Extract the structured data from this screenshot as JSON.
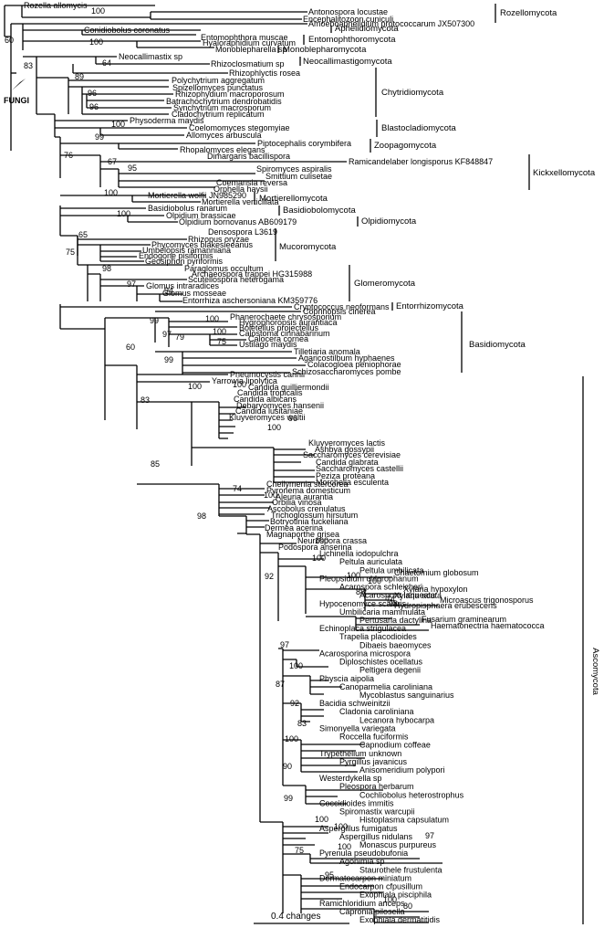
{
  "figure": {
    "fungi_label": "FUNGI",
    "scale_label": "0.4 changes"
  },
  "taxa": [
    "Rozella allomycis",
    "Antonospora locustae",
    "Encephalitozoon cuniculi",
    "Amoeboaphelidium protococcarum JX507300",
    "Conidiobolus coronatus",
    "Entomophthora muscae",
    "Hyaloraphidium curvatum",
    "Monoblepharella sp",
    "Neocallimastix sp",
    "Rhizoclosmatium sp",
    "Rhizophlyctis rosea",
    "Polychytrium aggregatum",
    "Spizellomyces punctatus",
    "Rhizophydium macroporosum",
    "Batrachochytrium dendrobatidis",
    "Synchytrium macrosporum",
    "Cladochytrium replicatum",
    "Physoderma maydis",
    "Coelomomyces stegomyiae",
    "Allomyces arbuscula",
    "Piptocephalis corymbifera",
    "Rhopalomyces elegans",
    "Dimargaris bacillispora",
    "Ramicandelaber longisporus KF848847",
    "Spiromyces aspiralis",
    "Smittium culisetae",
    "Coemansia reversa",
    "Orphella haysii",
    "Mortierella wolfii JN985290",
    "Mortierella verticillata",
    "Basidiobolus ranarum",
    "Olpidium brassicae",
    "Olpidium bornovanus AB609179",
    "Densospora L3619",
    "Rhizopus oryzae",
    "Phycomyces blakesleeanus",
    "Umbelopsis ramanniana",
    "Endogone pisiformis",
    "Geosiphon pyriformis",
    "Paraglomus occultum",
    "Archaeospora trappei HG315988",
    "Scutellospora heterogama",
    "Glomus intraradices",
    "Glomus mosseae",
    "Entorrhiza aschersoniana KM359776",
    "Cryptococcus neoformans",
    "Coprinopsis cinerea",
    "Phanerochaete chrysosporium",
    "Hygrophoropsis aurantiaca",
    "Boletellus projectellus",
    "Calostoma cinnabarinum",
    "Calocera cornea",
    "Ustilago maydis",
    "Tilletiaria anomala",
    "Agaricostilbum hyphaenes",
    "Colacogloea peniophorae",
    "Schizosaccharomyces pombe",
    "Pneumocystis carinii",
    "Yarrowia lipolytica",
    "Candida guilliermondii",
    "Candida tropicalis",
    "Candida albicans",
    "Debaryomyces hansenii",
    "Candida lusitaniae",
    "Kluyveromyces waltii",
    "Kluyveromyces lactis",
    "Ashbya gossypii",
    "Saccharomyces cerevisiae",
    "Candida glabrata",
    "Saccharomyces castellii",
    "Peziza proteana",
    "Morchella esculenta",
    "Cheilymenia stercorea",
    "Pyronema domesticum",
    "Aleuria aurantia",
    "Orbilia vinosa",
    "Ascobolus crenulatus",
    "Trichoglossum hirsutum",
    "Botryotinia fuckeliana",
    "Dermea acerina",
    "Magnaporthe grisea",
    "Neurospora crassa",
    "Podospora anserina",
    "Chaetomium globosum",
    "Xylaria hypoxylon",
    "Xylaria acuta",
    "Microascus trigonosporus",
    "Hydropisphaera erubescens",
    "Fusarium graminearum",
    "Haematonectria haematococca",
    "Lichinella iodopulchra",
    "Peltula auriculata",
    "Peltula umbilicata",
    "Pleopsidium chlorophanum",
    "Acarospora schleicheri",
    "Acarospora laqueata",
    "Hypocenomyce scalaris",
    "Umbilicaria mammulata",
    "Pertusaria dactylina",
    "Echinoplaca strigulacea",
    "Trapelia placodioides",
    "Dibaeis baeomyces",
    "Acarosporina microspora",
    "Diploschistes ocellatus",
    "Peltigera degenii",
    "Physcia aipolia",
    "Canoparmelia caroliniana",
    "Mycoblastus sanguinarius",
    "Bacidia schweinitzii",
    "Cladonia caroliniana",
    "Lecanora hybocarpa",
    "Simonyella variegata",
    "Roccella fuciformis",
    "Capnodium coffeae",
    "Trypethelium unknown",
    "Pyrgillus javanicus",
    "Anisomeridium polypori",
    "Westerdykella sp",
    "Pleospora herbarum",
    "Cochliobolus heterostrophus",
    "Coccidioides immitis",
    "Spiromastix warcupii",
    "Histoplasma capsulatum",
    "Aspergillus fumigatus",
    "Aspergillus nidulans",
    "Monascus purpureus",
    "Pyrenula pseudobufonia",
    "Agonimia sp",
    "Staurothele frustulenta",
    "Dermatocarpon miniatum",
    "Endocarpon cfpusillum",
    "Exophiala pisciphila",
    "Ramichloridium anceps",
    "Capronia pilosella",
    "Exophiala dermatitidis"
  ],
  "clades": [
    "Rozellomycota",
    "Aphelidiomycota",
    "Entomophthoromycota",
    "Monoblepharomycota",
    "Neocallimastigomycota",
    "Chytridiomycota",
    "Blastocladiomycota",
    "Zoopagomycota",
    "Kickxellomycota",
    "Mortierellomycota",
    "Basidiobolomycota",
    "Olpidiomycota",
    "Mucoromycota",
    "Glomeromycota",
    "Entorrhizomycota",
    "Basidiomycota",
    "Ascomycota"
  ],
  "bootstrap_labels": [
    "100",
    "60",
    "83",
    "100",
    "64",
    "89",
    "96",
    "96",
    "100",
    "99",
    "76",
    "67",
    "95",
    "100",
    "100",
    "65",
    "75",
    "98",
    "97",
    "94",
    "99",
    "100",
    "79",
    "100",
    "75",
    "97",
    "60",
    "99",
    "100",
    "100",
    "96",
    "100",
    "83",
    "85",
    "74",
    "100",
    "98",
    "100",
    "100",
    "100",
    "100",
    "88",
    "74",
    "98",
    "92",
    "97",
    "100",
    "87",
    "92",
    "83",
    "100",
    "90",
    "99",
    "100",
    "97",
    "100",
    "100",
    "75",
    "95",
    "80",
    "100"
  ]
}
